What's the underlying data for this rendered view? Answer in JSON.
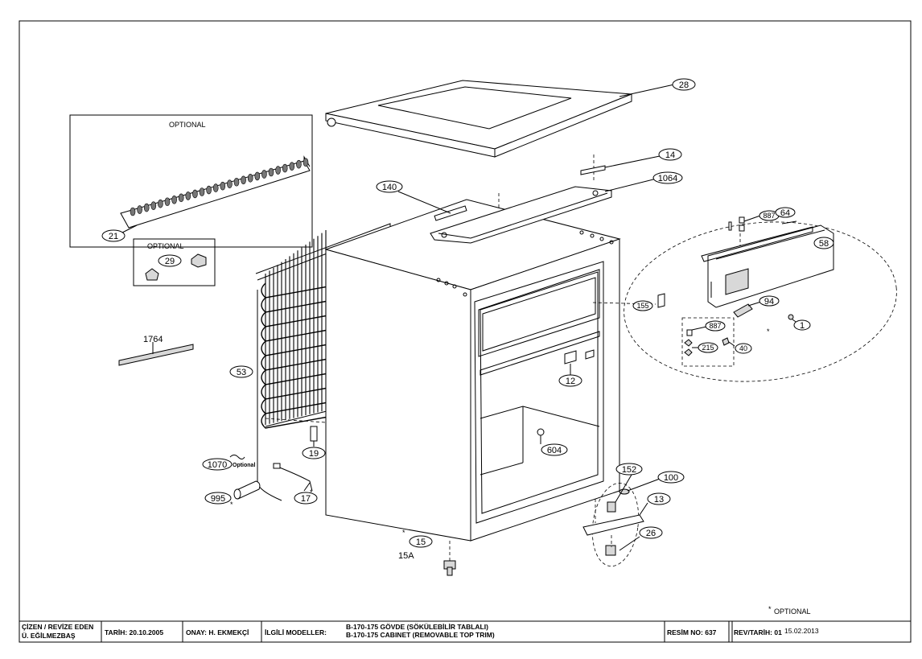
{
  "callouts": {
    "c28": "28",
    "c14": "14",
    "c1064": "1064",
    "c140": "140",
    "c21": "21",
    "c29": "29",
    "c1764": "1764",
    "c53": "53",
    "c19": "19",
    "c1070": "1070",
    "c995": "995",
    "c17": "17",
    "c15": "15",
    "c15a": "15A",
    "c12": "12",
    "c604": "604",
    "c152": "152",
    "c100": "100",
    "c13": "13",
    "c26": "26",
    "c887a": "887",
    "c64": "64",
    "c58": "58",
    "c155": "155",
    "c94": "94",
    "c1": "1",
    "c887b": "887",
    "c215": "215",
    "c40": "40"
  },
  "notes": {
    "optional_top": "OPTIONAL",
    "optional_29": "OPTIONAL",
    "optional_1070": "Optional",
    "star": "*",
    "optional_legend": "OPTIONAL"
  },
  "title_block": {
    "drawn_by_label": "ÇİZEN / REVİZE EDEN",
    "drawn_by_name": "Ü. EĞİLMEZBAŞ",
    "date": "TARİH: 20.10.2005",
    "approval": "ONAY: H. EKMEKÇİ",
    "related_label": "İLGİLİ MODELLER:",
    "model_line_1": "B-170-175  GÖVDE (SÖKÜLEBİLİR TABLALI)",
    "model_line_2": "B-170-175 CABINET (REMOVABLE TOP TRIM)",
    "drawing_no": "RESİM NO: 637",
    "revision": "REV/TARİH: 01",
    "revision_date": "15.02.2013"
  }
}
